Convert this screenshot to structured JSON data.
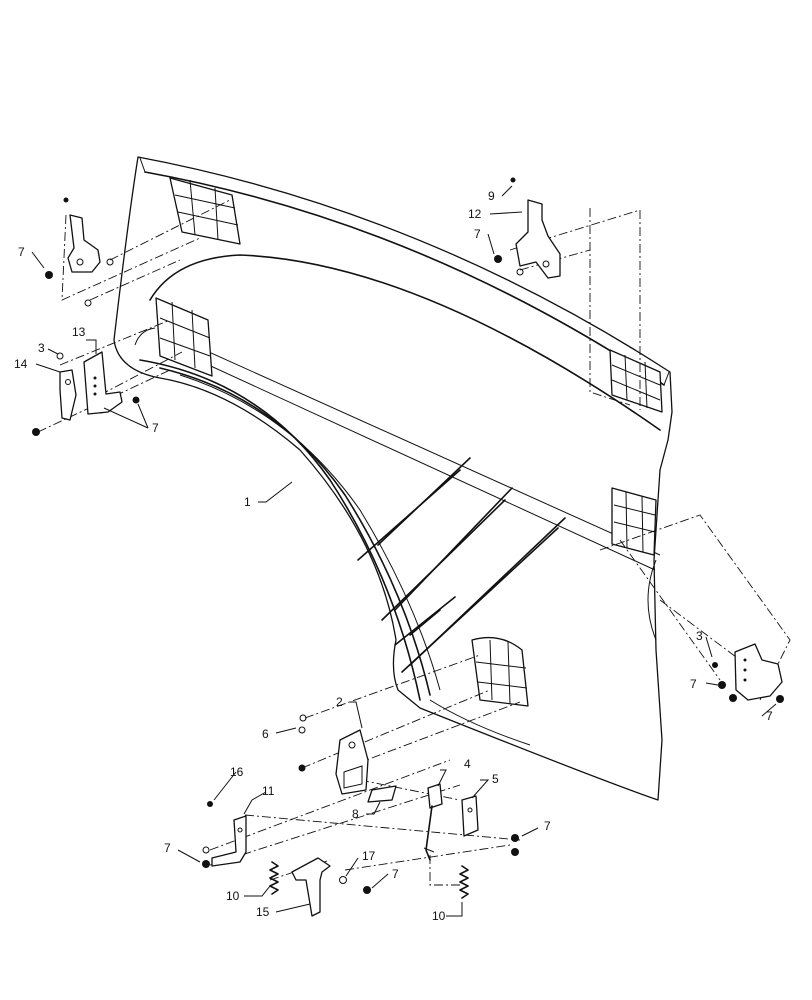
{
  "callouts": {
    "c1": "1",
    "c2": "2",
    "c3a": "3",
    "c3b": "3",
    "c4": "4",
    "c5": "5",
    "c6": "6",
    "c7a": "7",
    "c7b": "7",
    "c7c": "7",
    "c7d": "7",
    "c7e": "7",
    "c7f": "7",
    "c7g": "7",
    "c7h": "7",
    "c8": "8",
    "c9": "9",
    "c10a": "10",
    "c10b": "10",
    "c11": "11",
    "c12": "12",
    "c13": "13",
    "c14": "14",
    "c15": "15",
    "c16": "16",
    "c17": "17"
  }
}
